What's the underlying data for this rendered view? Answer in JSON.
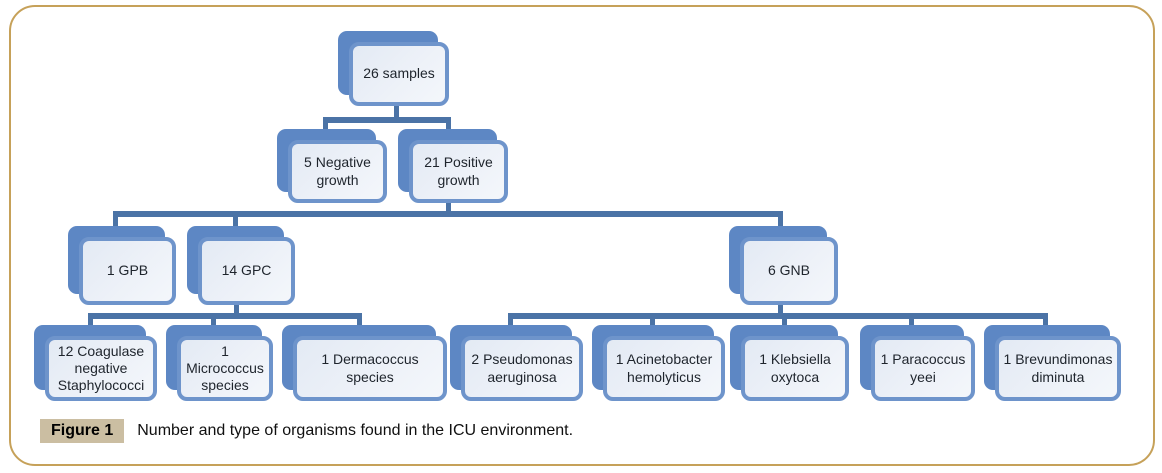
{
  "figure": {
    "caption_label": "Figure 1",
    "caption_text": "Number and type of organisms found in the ICU environment."
  },
  "diagram": {
    "type": "hierarchy",
    "nodes": {
      "samples": {
        "label": "26 samples",
        "parent": null
      },
      "negative": {
        "label": "5 Negative growth",
        "parent": "samples"
      },
      "positive": {
        "label": "21 Positive growth",
        "parent": "samples"
      },
      "gpb": {
        "label": "1 GPB",
        "parent": "positive"
      },
      "gpc": {
        "label": "14 GPC",
        "parent": "positive"
      },
      "gnb": {
        "label": "6 GNB",
        "parent": "positive"
      },
      "coagulase": {
        "label": "12 Coagulase negative Staphylococci",
        "parent": "gpc"
      },
      "micrococcus": {
        "label": "1 Micrococcus species",
        "parent": "gpc"
      },
      "dermacoccus": {
        "label": "1 Dermacoccus species",
        "parent": "gpc"
      },
      "pseudomonas": {
        "label": "2 Pseudomonas aeruginosa",
        "parent": "gnb"
      },
      "acinetobacter": {
        "label": "1 Acinetobacter hemolyticus",
        "parent": "gnb"
      },
      "klebsiella": {
        "label": "1 Klebsiella oxytoca",
        "parent": "gnb"
      },
      "paracoccus": {
        "label": "1 Paracoccus yeei",
        "parent": "gnb"
      },
      "brevundimonas": {
        "label": "1 Brevundimonas diminuta",
        "parent": "gnb"
      }
    }
  },
  "colors": {
    "node_back": "#5d87c4",
    "node_border": "#6e94cb",
    "node_fill": "#edf1f8",
    "connector": "#4b73a6",
    "frame_border": "#c6a159",
    "caption_label_bg": "#cbbea2",
    "text": "#1e242c"
  }
}
